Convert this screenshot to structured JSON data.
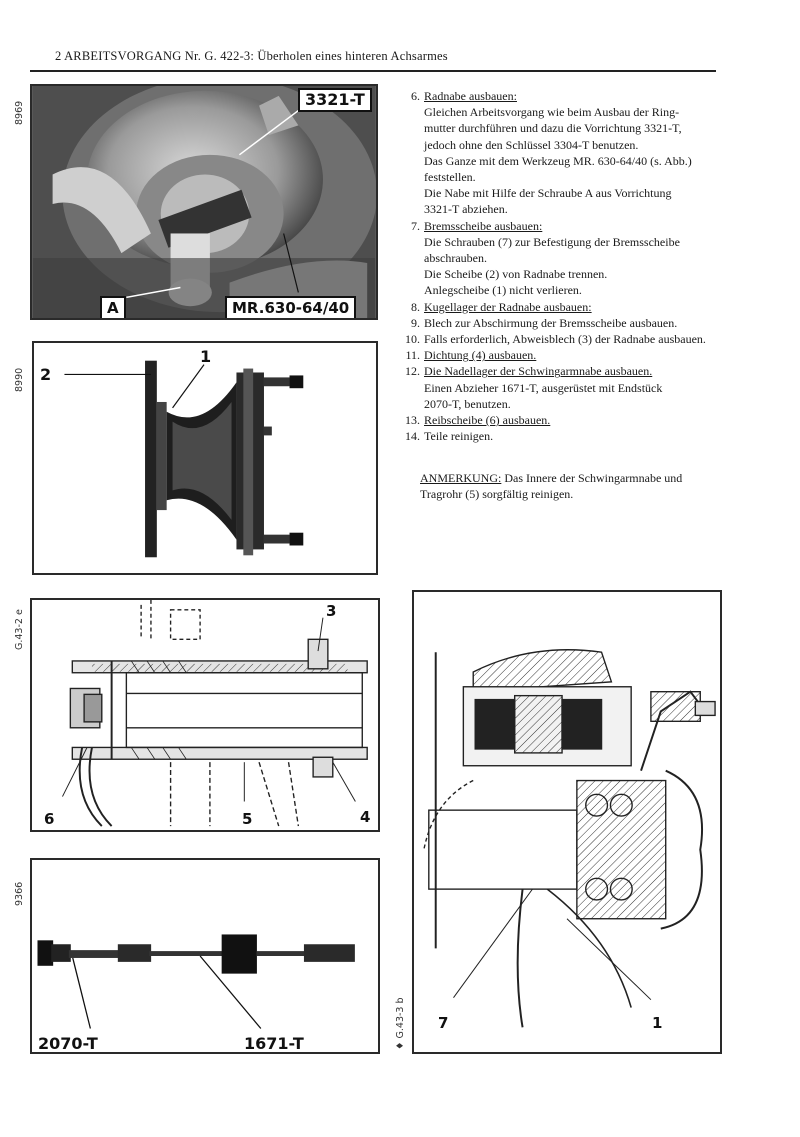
{
  "header": {
    "title": "2 ARBEITSVORGANG Nr. G. 422-3: Überholen eines hinteren Achsarmes"
  },
  "side_codes": [
    "8969",
    "8990",
    "G.43-2 e",
    "9366",
    "♦ G.43-3 b"
  ],
  "figures": {
    "fig1": {
      "label_tool": "3321-T",
      "label_a": "A",
      "label_tool2": "MR.630-64/40"
    },
    "fig2": {
      "label_2": "2",
      "label_1": "1"
    },
    "fig3": {
      "label_3": "3",
      "label_6": "6",
      "label_5": "5",
      "label_4": "4"
    },
    "fig4": {
      "label_left": "2070-T",
      "label_right": "1671-T"
    },
    "fig5": {
      "label_7": "7",
      "label_1": "1"
    }
  },
  "steps": [
    {
      "num": "6.",
      "title": "Radnabe ausbauen:",
      "lines": [
        "Gleichen Arbeitsvorgang wie beim Ausbau der Ring-",
        "mutter durchführen und dazu die Vorrichtung 3321-T,",
        "jedoch ohne den Schlüssel 3304-T benutzen.",
        "Das Ganze mit dem Werkzeug MR. 630-64/40 (s. Abb.)",
        "feststellen.",
        "Die Nabe mit Hilfe der Schraube A aus Vorrichtung",
        "3321-T abziehen."
      ]
    },
    {
      "num": "7.",
      "title": "Bremsscheibe ausbauen:",
      "lines": [
        "Die Schrauben (7) zur Befestigung der Bremsscheibe",
        "abschrauben.",
        "Die Scheibe (2) von Radnabe trennen.",
        "Anlegscheibe (1) nicht verlieren."
      ]
    },
    {
      "num": "8.",
      "title": "Kugellager der Radnabe ausbauen:",
      "lines": []
    },
    {
      "num": "9.",
      "title": "",
      "lines": [
        "Blech zur Abschirmung der Bremsscheibe ausbauen."
      ]
    },
    {
      "num": "10.",
      "title": "",
      "lines": [
        "Falls erforderlich, Abweisblech (3) der Radnabe ausbauen."
      ]
    },
    {
      "num": "11.",
      "title": "Dichtung (4) ausbauen.",
      "lines": []
    },
    {
      "num": "12.",
      "title": "Die Nadellager der Schwingarmnabe ausbauen.",
      "lines": [
        "Einen Abzieher 1671-T, ausgerüstet mit Endstück",
        "2070-T, benutzen."
      ]
    },
    {
      "num": "13.",
      "title": "Reibscheibe (6) ausbauen.",
      "lines": []
    },
    {
      "num": "14.",
      "title": "",
      "lines": [
        "Teile reinigen."
      ]
    }
  ],
  "note": {
    "label": "ANMERKUNG:",
    "text1": "Das Innere der Schwingarmnabe und",
    "text2": "Tragrohr (5) sorgfältig reinigen."
  }
}
